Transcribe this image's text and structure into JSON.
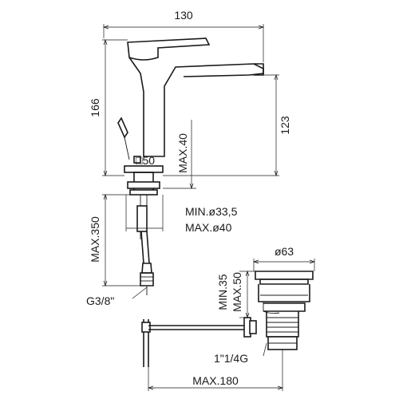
{
  "dimensions": {
    "width": "130",
    "total_height": "166",
    "spout_height": "123",
    "square_section": "□50",
    "max_thickness": "MAX.40",
    "hole_min": "MIN.ø33,5",
    "hole_max": "MAX.ø40",
    "hose_length": "MAX.350",
    "hose_thread": "G3/8\"",
    "waste_diameter": "ø63",
    "waste_min": "MIN.35",
    "waste_max": "MAX.50",
    "waste_thread": "1\"1/4G",
    "lever_reach": "MAX.180"
  },
  "colors": {
    "line": "#1a1a1a",
    "background": "#ffffff"
  }
}
